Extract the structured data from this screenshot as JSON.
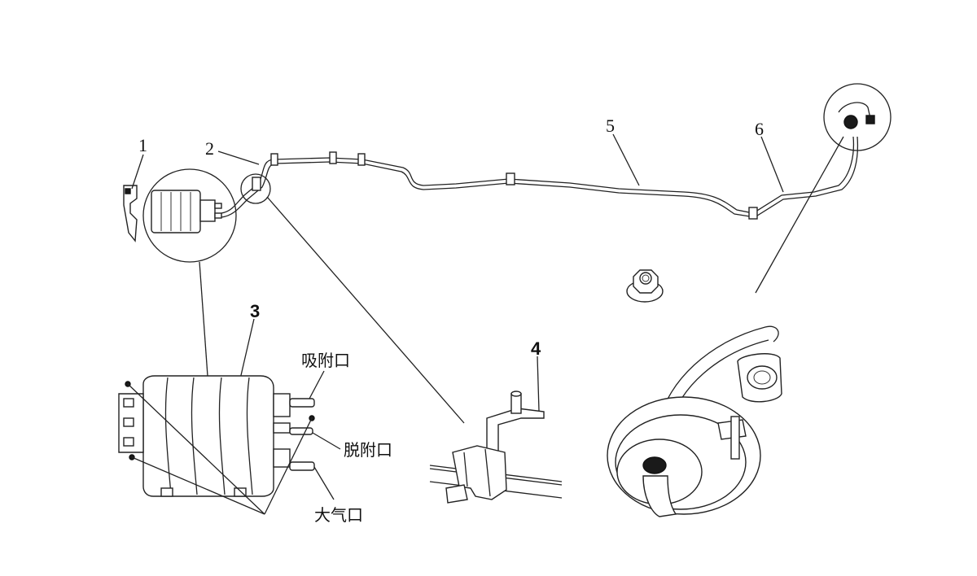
{
  "callouts": {
    "n1": "1",
    "n2": "2",
    "n3": "3",
    "n4": "4",
    "n5": "5",
    "n6": "6"
  },
  "port_labels": {
    "adsorption": "吸附口",
    "desorption": "脱附口",
    "atmosphere": "大气口"
  }
}
